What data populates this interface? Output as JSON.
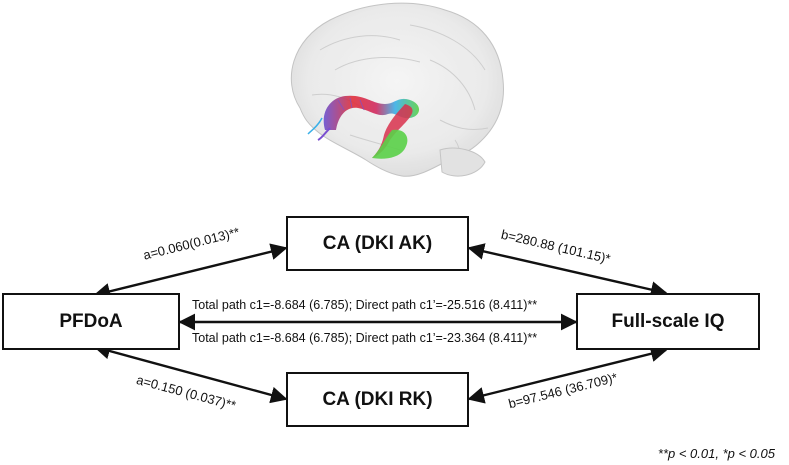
{
  "nodes": {
    "mediator_top": "CA (DKI AK)",
    "mediator_bottom": "CA (DKI RK)",
    "left": "PFDoA",
    "right": "Full-scale IQ"
  },
  "paths": {
    "a_top": "a=0.060(0.013)**",
    "b_top": "b=280.88 (101.15)*",
    "a_bottom": "a=0.150 (0.037)**",
    "b_bottom": "b=97.546 (36.709)*",
    "direct_top": "Total path c1=-8.684 (6.785); Direct path c1’=-25.516 (8.411)**",
    "direct_bottom": "Total path c1=-8.684 (6.785); Direct path c1’=-23.364 (8.411)**"
  },
  "footnote": "**p < 0.01, *p < 0.05",
  "tract_colors": [
    "#e0303a",
    "#7a4fd0",
    "#3ab0e8",
    "#5ad048",
    "#e860b0"
  ]
}
